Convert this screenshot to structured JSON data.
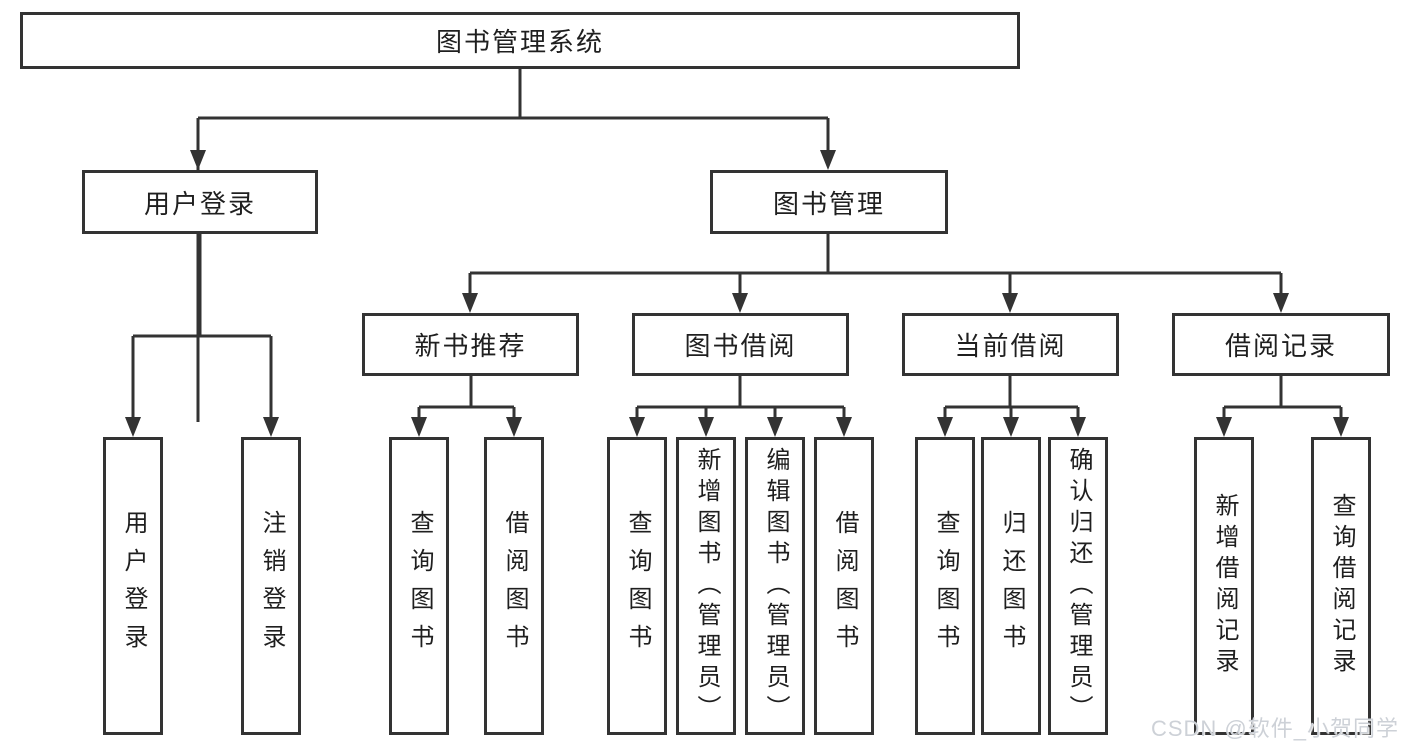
{
  "colors": {
    "line": "#333333",
    "box_border": "#333333",
    "text": "#1f1f1f",
    "watermark": "#cdd1d7",
    "background": "#ffffff"
  },
  "tree": {
    "root": "图书管理系统",
    "branches": [
      {
        "label": "用户登录"
      },
      {
        "label": "图书管理"
      }
    ],
    "modules": [
      {
        "label": "新书推荐"
      },
      {
        "label": "图书借阅"
      },
      {
        "label": "当前借阅"
      },
      {
        "label": "借阅记录"
      }
    ],
    "leaves": {
      "g1": [
        "用户登录",
        "注销登录"
      ],
      "g2": [
        "查询图书",
        "借阅图书"
      ],
      "g3": [
        "查询图书",
        "新增图书（管理员）",
        "编辑图书（管理员）",
        "借阅图书"
      ],
      "g4": [
        "查询图书",
        "归还图书",
        "确认归还（管理员）"
      ],
      "g5": [
        "新增借阅记录",
        "查询借阅记录"
      ]
    }
  },
  "watermark": "CSDN @软件_小贺同学"
}
